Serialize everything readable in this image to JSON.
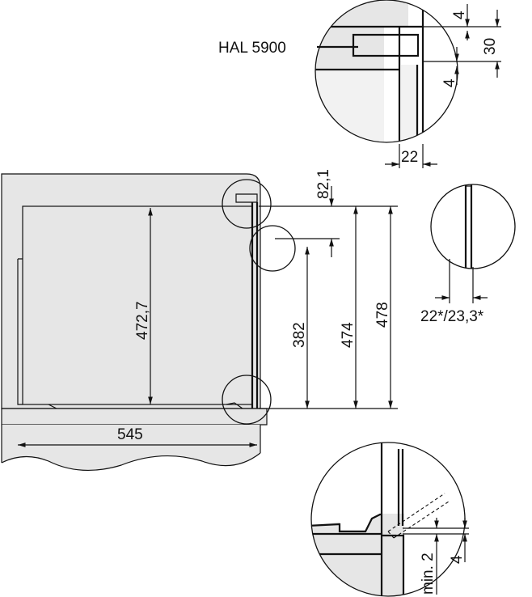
{
  "labels": {
    "model": "HAL 5900",
    "top_gap_upper": "4",
    "handle_height": "30",
    "top_gap_lower": "4",
    "handle_depth": "22",
    "top_offset": "82,1",
    "inner_height": "472,7",
    "height_382": "382",
    "height_474": "474",
    "height_478": "478",
    "inner_width": "545",
    "door_depth": "22*/23,3*",
    "min_gap": "min. 2",
    "bottom_gap": "4"
  },
  "colors": {
    "fill_gray": "#e6e6e6",
    "line": "#111111"
  }
}
